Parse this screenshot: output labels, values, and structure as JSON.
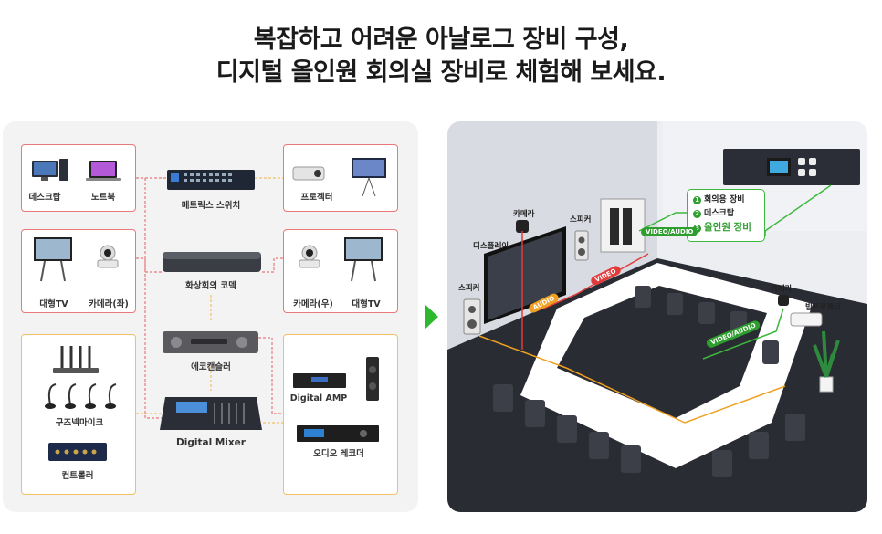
{
  "headline": {
    "line1": "복잡하고 어려운 아날로그 장비 구성,",
    "line2": "디지털 올인원 회의실 장비로 체험해 보세요."
  },
  "legacy_diagram": {
    "labels": {
      "desktop": "데스크탑",
      "notebook": "노트북",
      "matrix": "메트릭스 스위치",
      "projector": "프로젝터",
      "tv_left": "대형TV",
      "camera_left": "카메라(좌)",
      "codec": "화상회의 코덱",
      "camera_right": "카메라(우)",
      "tv_right": "대형TV",
      "echo": "에코캔슬러",
      "gooseneck": "구즈넥마이크",
      "controller": "컨트롤러",
      "mixer": "Digital Mixer",
      "amp": "Digital AMP",
      "recorder": "오디오 레코더"
    }
  },
  "room_diagram": {
    "labels": {
      "camera_top": "카메라",
      "speaker_top": "스피커",
      "display": "디스플레이",
      "speaker_left": "스피커",
      "camera_right": "카메라",
      "beam_projector": "빔프로젝터"
    },
    "legend": [
      {
        "num": "1",
        "text": "회의용 장비"
      },
      {
        "num": "2",
        "text": "데스크탑"
      },
      {
        "num": "3",
        "text": "올인원 장비"
      }
    ],
    "tags": {
      "video_audio_top": "VIDEO/AUDIO",
      "video_audio_right": "VIDEO/AUDIO",
      "video": "VIDEO",
      "audio": "AUDIO"
    }
  },
  "colors": {
    "accent_green": "#2eb82e",
    "line_red": "#e23a3a",
    "line_orange": "#f0a020"
  }
}
